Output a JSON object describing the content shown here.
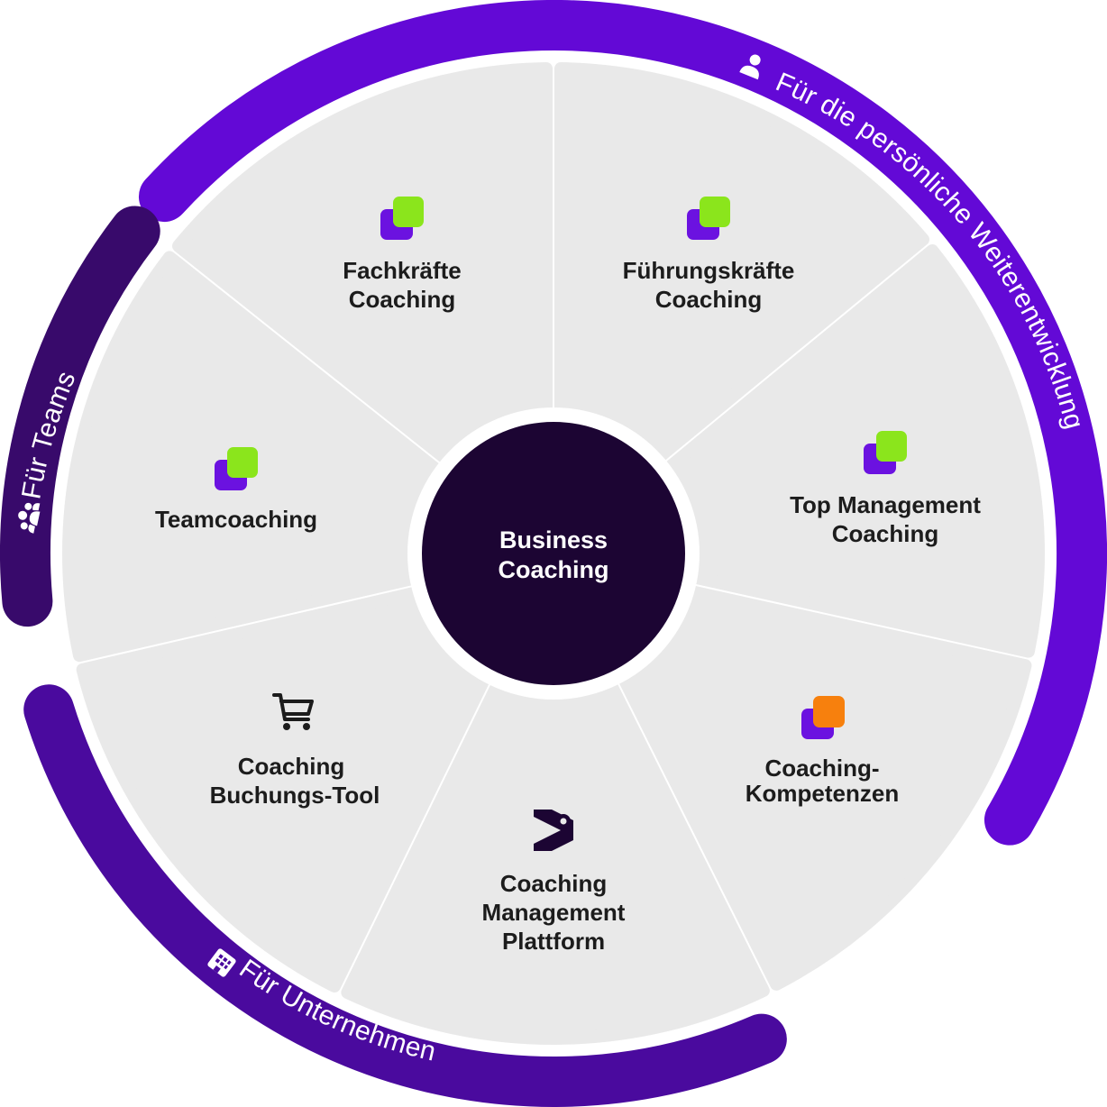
{
  "center": {
    "lines": [
      "Business",
      "Coaching"
    ]
  },
  "segments": [
    {
      "id": "fachkraefte",
      "lines": [
        "Fachkräfte",
        "Coaching"
      ],
      "icon": "purple-green-squares-icon"
    },
    {
      "id": "fuehrungskraefte",
      "lines": [
        "Führungskräfte",
        "Coaching"
      ],
      "icon": "purple-green-squares-icon"
    },
    {
      "id": "top-management",
      "lines": [
        "Top Management",
        "Coaching"
      ],
      "icon": "purple-green-squares-icon"
    },
    {
      "id": "coaching-kompetenzen",
      "lines": [
        "Coaching-",
        "Kompetenzen"
      ],
      "icon": "purple-orange-squares-icon"
    },
    {
      "id": "coaching-management-plattform",
      "lines": [
        "Coaching",
        "Management",
        "Plattform"
      ],
      "icon": "brand-logo-icon"
    },
    {
      "id": "coaching-buchungs-tool",
      "lines": [
        "Coaching",
        "Buchungs-Tool"
      ],
      "icon": "shopping-cart-icon"
    },
    {
      "id": "teamcoaching",
      "lines": [
        "Teamcoaching"
      ],
      "icon": "purple-green-squares-icon"
    }
  ],
  "ring_groups": [
    {
      "id": "persoenliche",
      "label": "Für die persönliche Weiterentwicklung",
      "icon": "person-icon",
      "color": "#6309d6"
    },
    {
      "id": "teams",
      "label": "Für Teams",
      "icon": "team-icon",
      "color": "#380a6b"
    },
    {
      "id": "unternehmen",
      "label": "Für Unternehmen",
      "icon": "building-icon",
      "color": "#4a0a9e"
    }
  ],
  "colors": {
    "segment_fill": "#e9e9e9",
    "center_fill": "#1c0533",
    "icon_purple": "#6b12e0",
    "icon_green": "#8be51c",
    "icon_orange": "#f7800d",
    "dark_icon": "#1c1c1c"
  }
}
